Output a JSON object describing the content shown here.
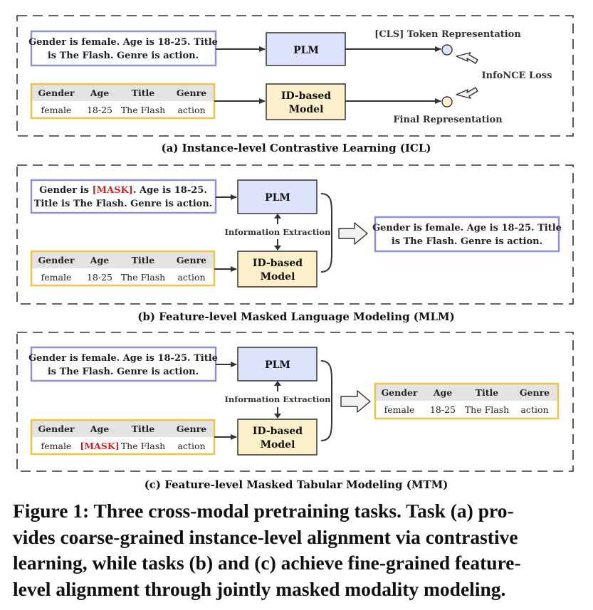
{
  "colors": {
    "plm_fill": "#dde3fb",
    "plm_stroke": "#8e92d4",
    "id_fill": "#fbf0c9",
    "id_stroke": "#e8c64a",
    "panel_stroke": "#333333",
    "table_header": "#e3e3e3",
    "mask_red": "#c62828"
  },
  "table": {
    "headers": [
      "Gender",
      "Age",
      "Title",
      "Genre"
    ],
    "row": [
      "female",
      "18-25",
      "The Flash",
      "action"
    ],
    "row_masked": [
      "female",
      "[MASK]",
      "The Flash",
      "action"
    ]
  },
  "panel_a": {
    "text_line1": "Gender is female. Age is 18-25. Title",
    "text_line2": "is The Flash. Genre is action.",
    "plm_label": "PLM",
    "id_label_line1": "ID-based",
    "id_label_line2": "Model",
    "cls_label": "[CLS] Token Representation",
    "final_label": "Final Representation",
    "loss_label": "InfoNCE Loss",
    "caption": "(a) Instance-level Contrastive Learning (ICL)"
  },
  "panel_b": {
    "text_line1_pre": "Gender is ",
    "mask_token": "[MASK]",
    "text_line1_post": ". Age is 18-25.",
    "text_line2": "Title is The Flash. Genre is action.",
    "plm_label": "PLM",
    "id_label_line1": "ID-based",
    "id_label_line2": "Model",
    "extraction_label": "Information Extraction",
    "output_line1": "Gender is female. Age is 18-25. Title",
    "output_line2": "is The Flash. Genre is action.",
    "caption": "(b) Feature-level Masked Language Modeling (MLM)"
  },
  "panel_c": {
    "text_line1": "Gender is female. Age is 18-25. Title",
    "text_line2": "is The Flash. Genre is action.",
    "plm_label": "PLM",
    "id_label_line1": "ID-based",
    "id_label_line2": "Model",
    "extraction_label": "Information Extraction",
    "caption": "(c) Feature-level Masked Tabular Modeling (MTM)"
  },
  "figure_caption": {
    "lines": [
      "Figure 1: Three cross-modal pretraining tasks. Task (a) pro-",
      "vides coarse-grained instance-level alignment via contrastive",
      "learning, while tasks (b) and (c) achieve fine-grained feature-",
      "level alignment through jointly masked modality modeling."
    ]
  }
}
